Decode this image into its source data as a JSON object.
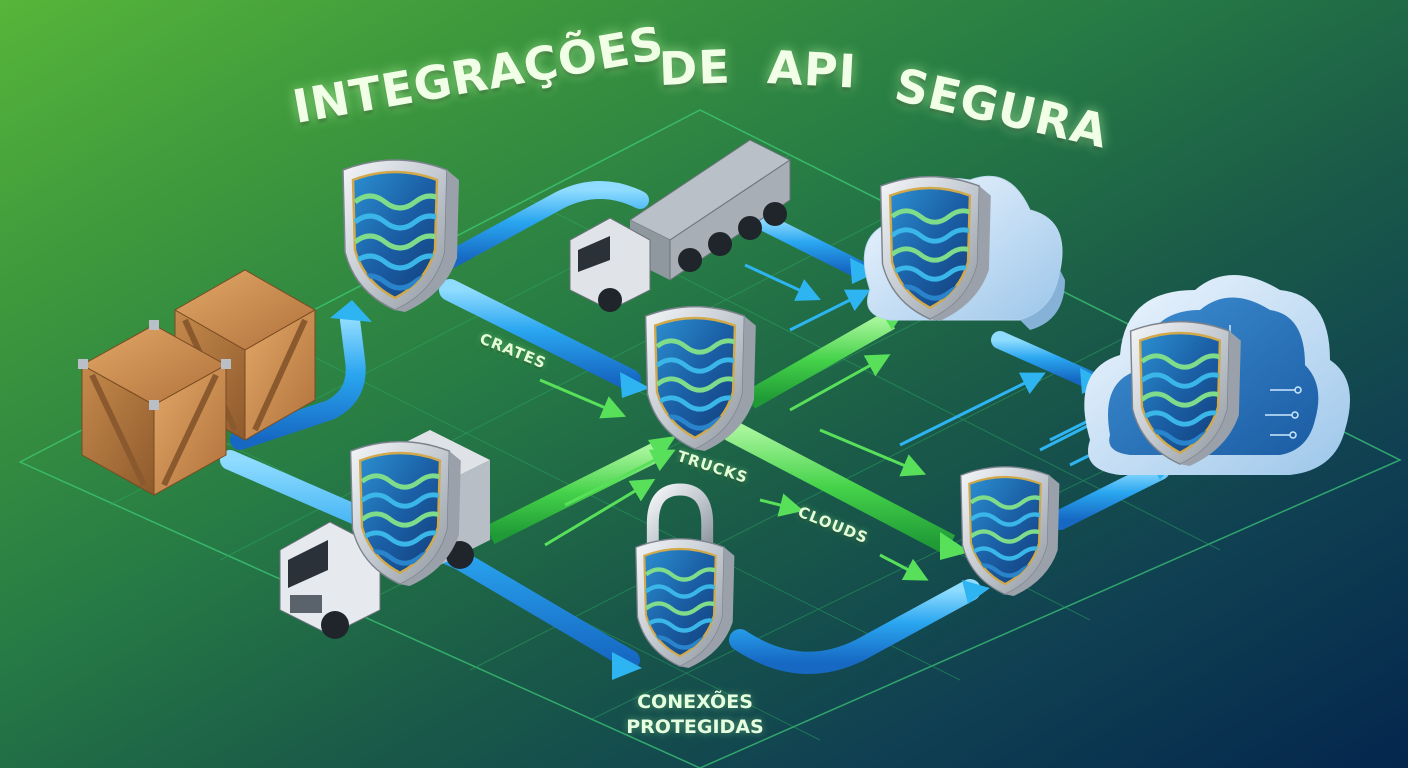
{
  "title": {
    "text": "INTEGRAÇÕES DE API SEGURA",
    "words": [
      "INTEGRAÇÕES",
      "DE",
      "API",
      "SEGURA"
    ]
  },
  "flow_labels": {
    "crates": "CRATES",
    "trucks": "TRUCKS",
    "clouds": "CLOUDS"
  },
  "caption": {
    "line1": "CONEXÕES",
    "line2": "PROTEGIDAS"
  },
  "nodes": [
    {
      "id": "crates",
      "type": "wooden-crates",
      "count": 2
    },
    {
      "id": "dump-truck",
      "type": "truck"
    },
    {
      "id": "box-truck",
      "type": "truck",
      "shielded": true
    },
    {
      "id": "cloud-1",
      "type": "cloud",
      "shielded": true
    },
    {
      "id": "cloud-2",
      "type": "circuit-cloud",
      "shielded": true
    }
  ],
  "security_elements": [
    {
      "id": "shield-top-left",
      "type": "shield"
    },
    {
      "id": "shield-center",
      "type": "shield"
    },
    {
      "id": "shield-right-lower",
      "type": "shield"
    },
    {
      "id": "lock-shield",
      "type": "padlock-shield"
    }
  ],
  "colors": {
    "bg_top_left": "#57b53a",
    "bg_bottom_right": "#04264d",
    "pipe_blue": "#2aa6f0",
    "pipe_green": "#45d24a",
    "shield_frame": "#d9dde2",
    "shield_trim": "#d2a94a",
    "shield_fill": "#1f5fa8",
    "wave_green": "#7fdc8b",
    "text": "#e4ffd8"
  }
}
